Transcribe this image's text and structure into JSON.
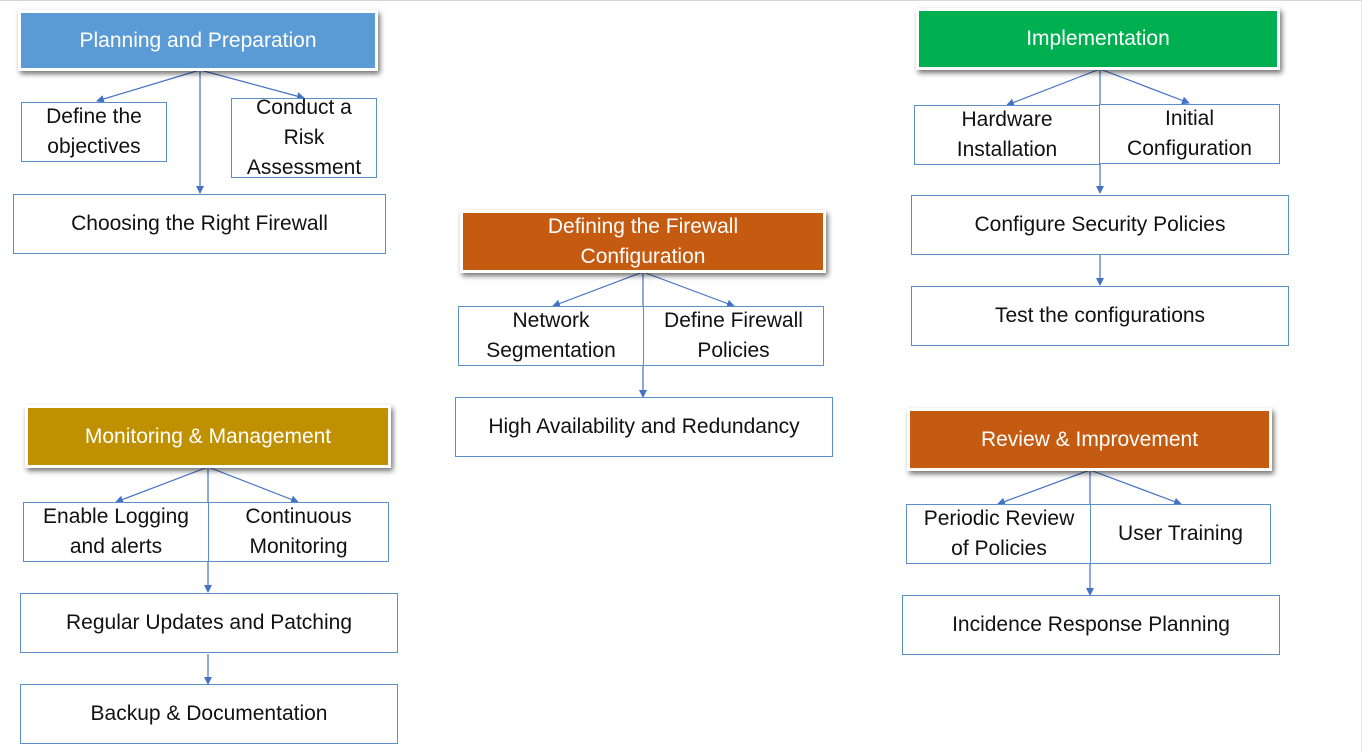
{
  "colors": {
    "planning": "#5b9bd5",
    "implementation": "#00b050",
    "firewall_config": "#c55a11",
    "monitoring": "#bf9000",
    "review": "#c55a11",
    "connector": "#4472c4"
  },
  "planning": {
    "title": "Planning and Preparation",
    "objectives": "Define the objectives",
    "risk": "Conduct a Risk Assessment",
    "firewall": "Choosing the Right Firewall"
  },
  "implementation": {
    "title": "Implementation",
    "hardware": "Hardware Installation",
    "initial": "Initial Configuration",
    "policies": "Configure Security Policies",
    "test": "Test the configurations"
  },
  "firewall_config": {
    "title": "Defining the Firewall Configuration",
    "segmentation": "Network Segmentation",
    "define_policies": "Define Firewall Policies",
    "availability": "High Availability and Redundancy"
  },
  "monitoring": {
    "title": "Monitoring & Management",
    "logging": "Enable Logging and alerts",
    "continuous": "Continuous Monitoring",
    "updates": "Regular Updates and Patching",
    "backup": "Backup & Documentation"
  },
  "review": {
    "title": "Review & Improvement",
    "periodic": "Periodic Review of Policies",
    "training": "User Training",
    "incidence": "Incidence Response Planning"
  }
}
